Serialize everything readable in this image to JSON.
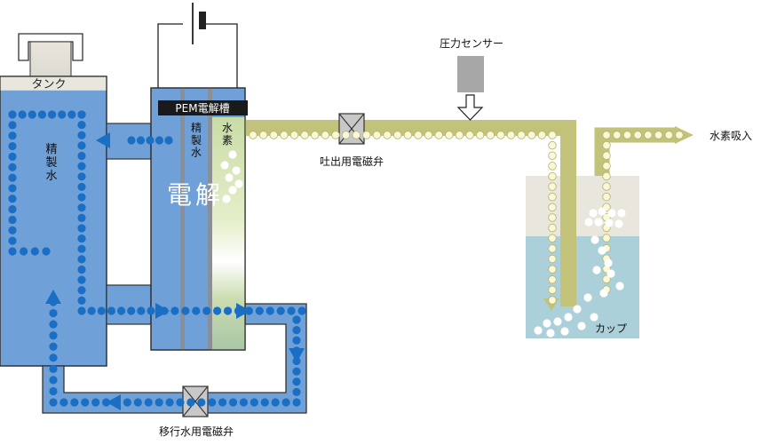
{
  "labels": {
    "tank": "タンク",
    "purified_water_tank": "精\n製\n水",
    "pem_cell": "PEM電解槽",
    "purified_water_cell": "精\n製\n水",
    "hydrogen_cell": "水\n素",
    "electrolysis": "電解",
    "pressure_sensor": "圧力センサー",
    "discharge_valve": "吐出用電磁弁",
    "transfer_valve": "移行水用電磁弁",
    "cup": "カップ",
    "hydrogen_suction": "水素吸入"
  },
  "colors": {
    "water_blue": "#6fa0d8",
    "water_dark": "#5a87bf",
    "dot_blue": "#1a6fc4",
    "gas_line": "#c3c27a",
    "gas_dot": "#fbf8d8",
    "cup_top": "#e9e6dd",
    "cup_water": "#acd0d9",
    "sensor_gray": "#a7a7a7",
    "valve_gray": "#c8c8c8",
    "label_black": "#111111"
  }
}
